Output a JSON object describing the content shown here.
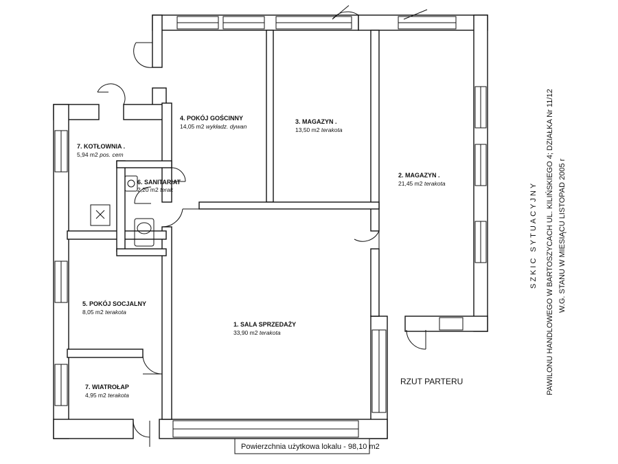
{
  "rooms": {
    "r1": {
      "name": "1. SALA SPRZEDAŻY",
      "area": "33,90 m2",
      "finish": "terakota"
    },
    "r2": {
      "name": "2.  MAGAZYN .",
      "area": "21,45 m2",
      "finish": "terakota"
    },
    "r3": {
      "name": "3.  MAGAZYN .",
      "area": "13,50 m2",
      "finish": "terakota"
    },
    "r4": {
      "name": "4. POKÓJ GOŚCINNY",
      "area": "14,05 m2",
      "finish": "wykładz. dywan"
    },
    "r5": {
      "name": "5. POKÓJ SOCJALNY",
      "area": "8,05 m2",
      "finish": "terakota"
    },
    "r6": {
      "name": "6. SANITARIAT",
      "area": "2,20 m2",
      "finish": "terak"
    },
    "r7a": {
      "name": "7. KOTŁOWNIA .",
      "area": "5,94 m2",
      "finish": "pos. cem"
    },
    "r7b": {
      "name": "7. WIATROŁAP",
      "area": "4,95 m2",
      "finish": "terakota"
    }
  },
  "floor_label": "RZUT PARTERU",
  "total_area": "Powierzchnia użytkowa lokalu - 98,10 m2",
  "title": {
    "line1": "SZKIC SYTUACYJNY",
    "line2": "PAWILONU HANDLOWEGO W BARTOSZYCACH UL. KILIŃSKIEGO 4; DZIAŁKA Nr 11/12",
    "line3": "W.G. STANU W MIESIĄCU LISTOPAD 2005 r"
  }
}
